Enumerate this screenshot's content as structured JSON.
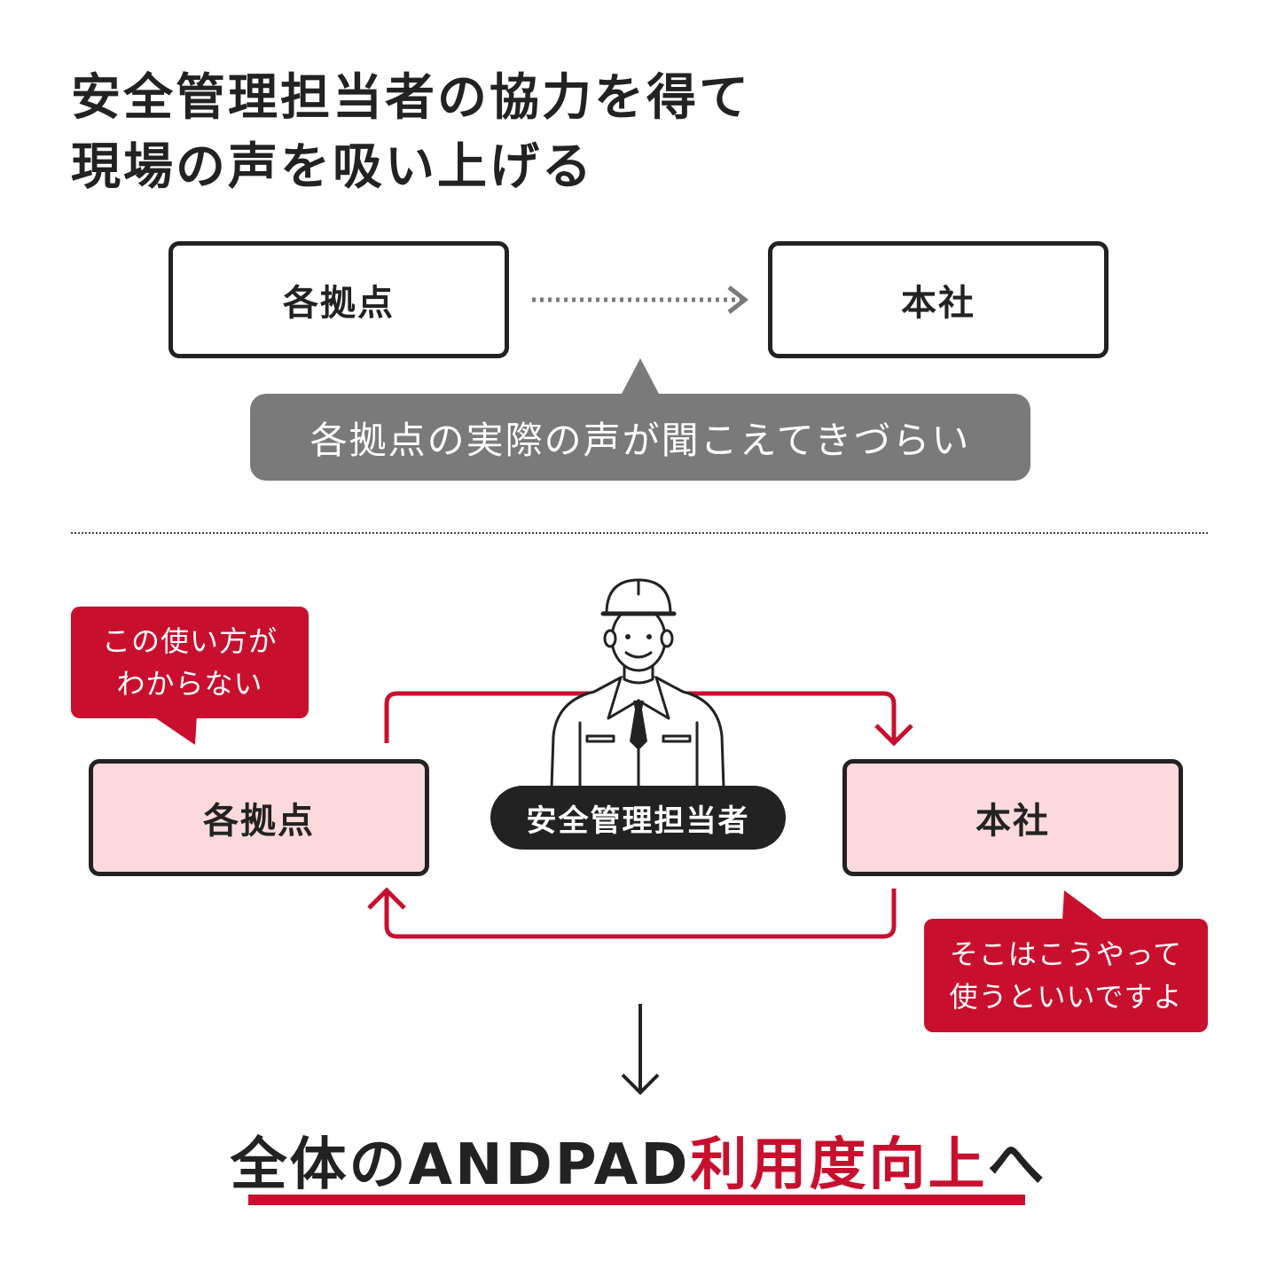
{
  "title": {
    "line1": "安全管理担当者の協力を得て",
    "line2": "現場の声を吸い上げる"
  },
  "before": {
    "left_box": "各拠点",
    "right_box": "本社",
    "bubble": "各拠点の実際の声が聞こえてきづらい"
  },
  "after": {
    "left_box": "各拠点",
    "right_box": "本社",
    "center_label": "安全管理担当者",
    "left_bubble": [
      "この使い方が",
      "わからない"
    ],
    "right_bubble": [
      "そこはこうやって",
      "使うといいですよ"
    ]
  },
  "conclusion": {
    "part1": "全体のANDPAD",
    "part2": "利用度向上",
    "part3": "へ"
  },
  "colors": {
    "accent": "#c8102e",
    "pink_fill": "#fcd9dd",
    "dark": "#222222",
    "gray": "#7a7a7a"
  }
}
